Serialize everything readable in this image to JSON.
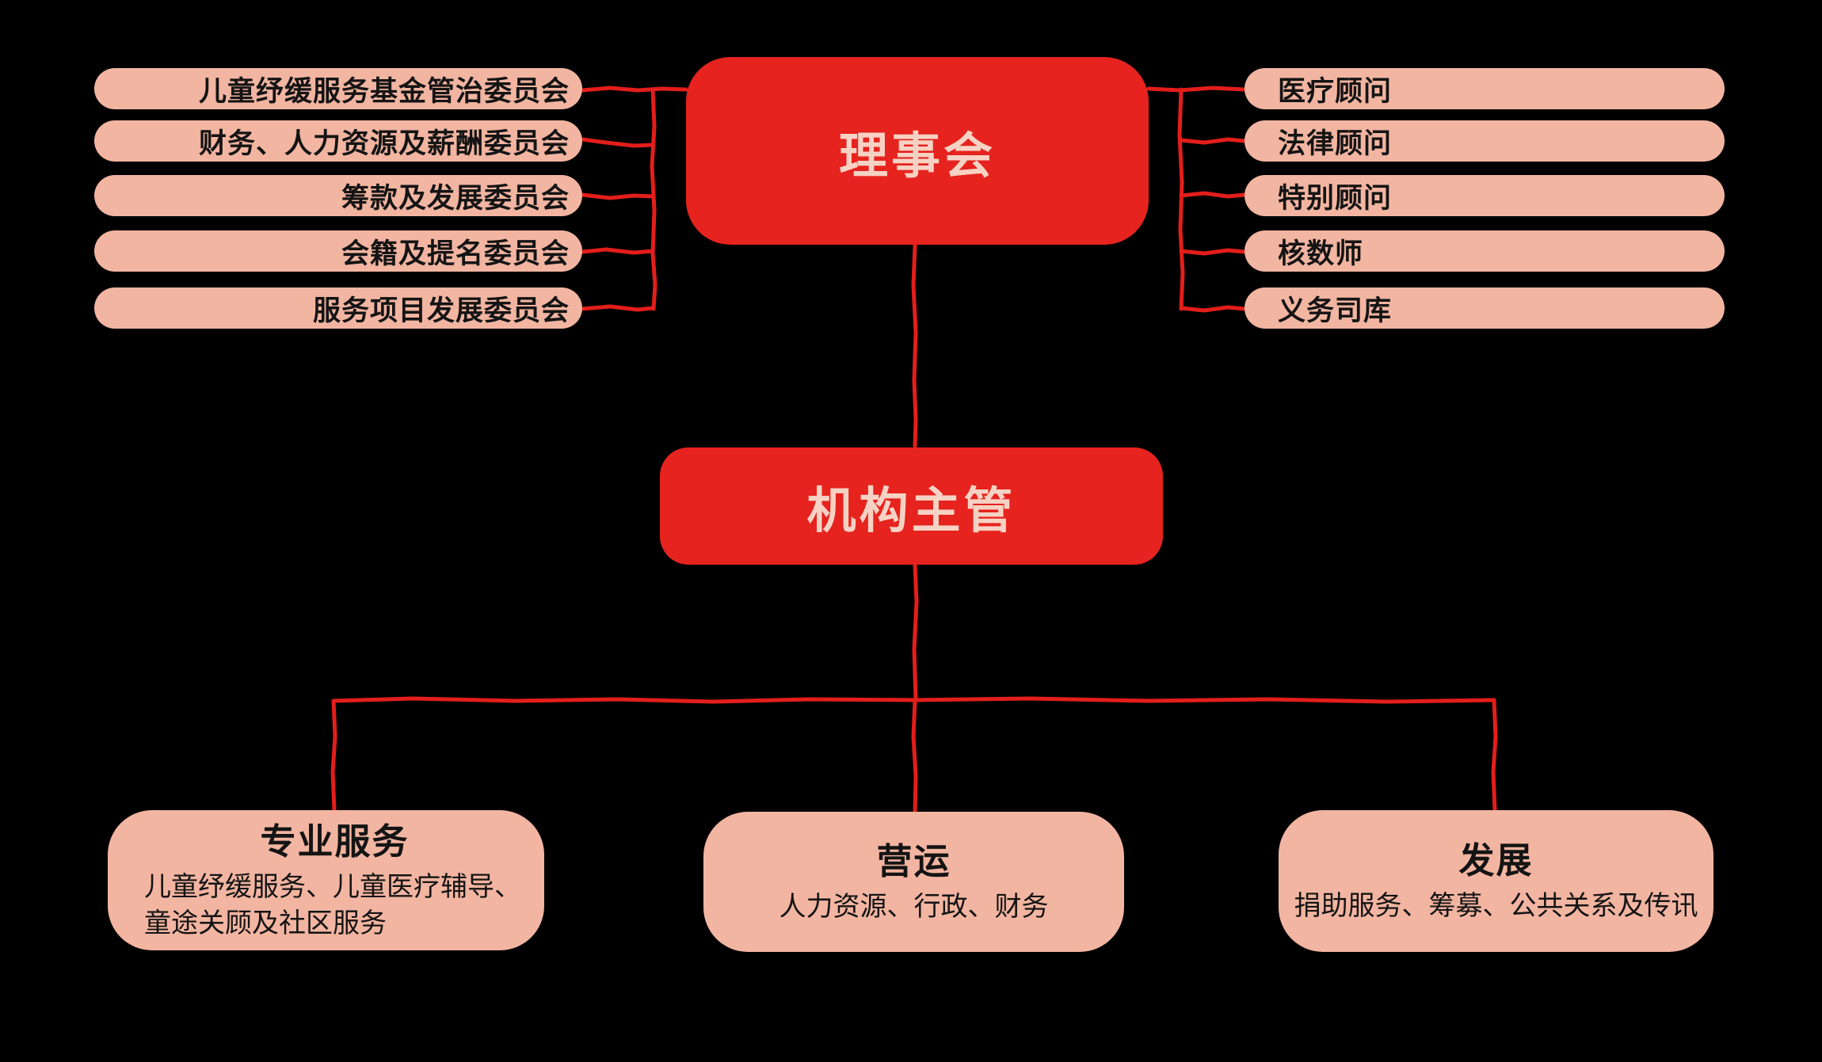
{
  "board": {
    "label": "理事会"
  },
  "director": {
    "label": "机构主管"
  },
  "left_committees": [
    "儿童纾缓服务基金管治委员会",
    "财务、人力资源及薪酬委员会",
    "筹款及发展委员会",
    "会籍及提名委员会",
    "服务项目发展委员会"
  ],
  "right_advisors": [
    "医疗顾问",
    "法律顾问",
    "特别顾问",
    "核数师",
    "义务司库"
  ],
  "departments": [
    {
      "title": "专业服务",
      "lines": [
        "儿童纾缓服务、儿童医疗辅导、",
        "童途关顾及社区服务"
      ]
    },
    {
      "title": "营运",
      "lines": [
        "人力资源、行政、财务"
      ]
    },
    {
      "title": "发展",
      "lines": [
        "捐助服务、筹募、公共关系及传讯"
      ]
    }
  ],
  "colors": {
    "red_box": "#E6231E",
    "salmon_pill": "#F2B5A1",
    "label_pink": "#F6D2C4",
    "text_black": "#141414",
    "line_red": "#E31E1B",
    "background": "#000000"
  }
}
